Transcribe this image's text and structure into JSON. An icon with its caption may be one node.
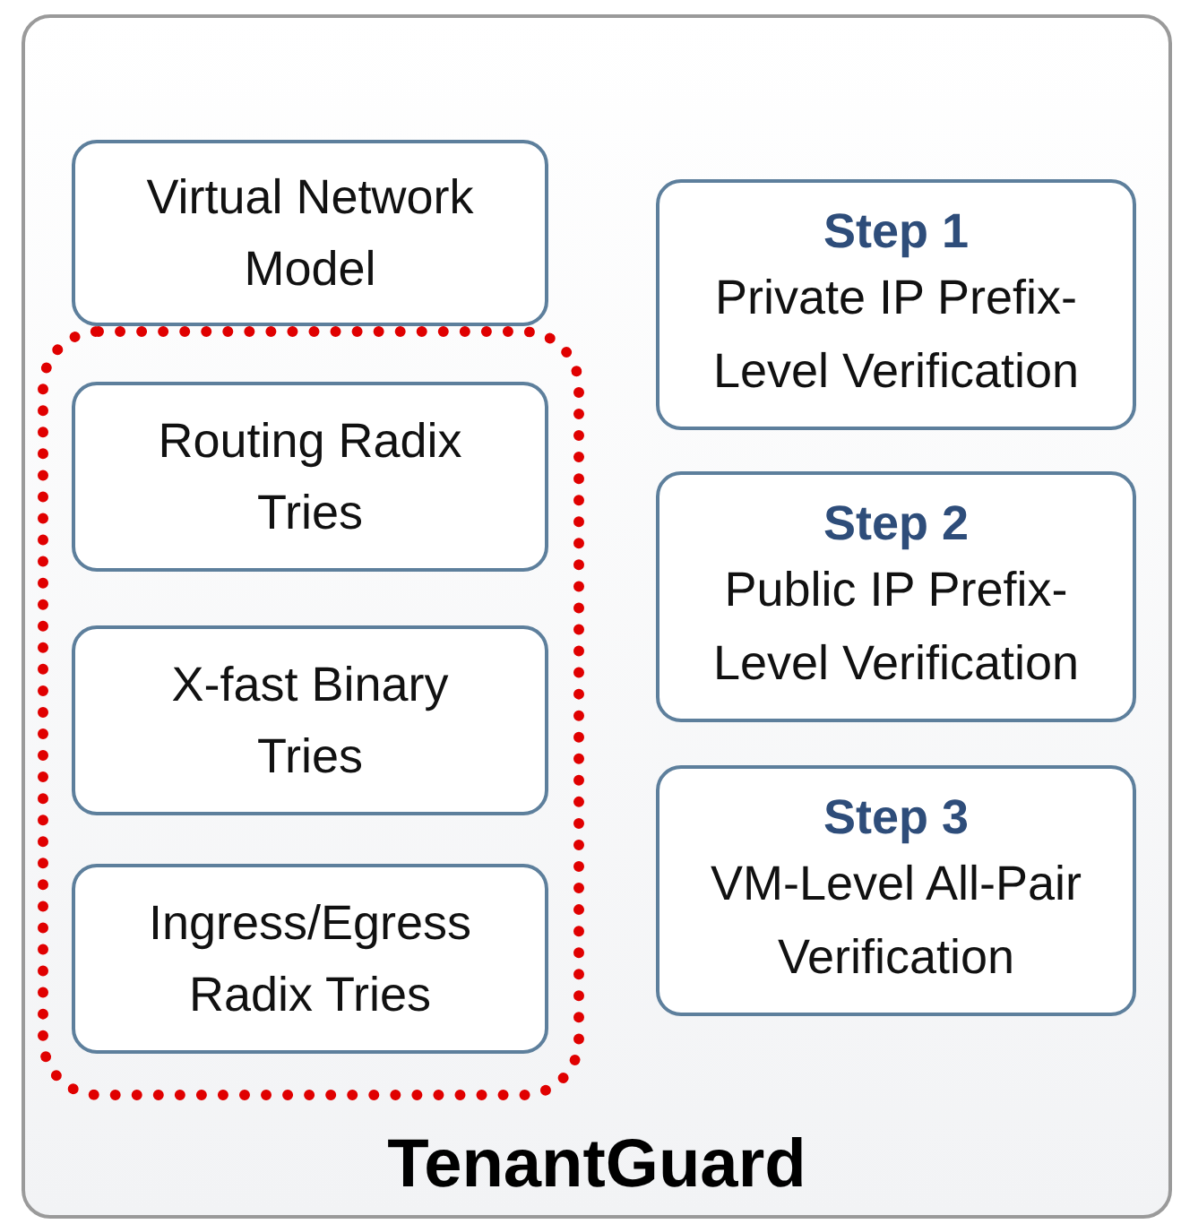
{
  "diagram": {
    "nodes": [
      {
        "text": [
          "TenantGuard"
        ]
      },
      {
        "text": [
          "Virtual Network Model"
        ],
        "in": 0
      },
      {
        "text": [],
        "shape": "box",
        "in": 0
      },
      {
        "text": [
          "Routing Radix Tries"
        ],
        "in": 2
      },
      {
        "text": [
          "X-fast Binary Tries"
        ],
        "in": 2
      },
      {
        "text": [
          "Ingress/Egress Radix Tries"
        ],
        "in": 2
      },
      {
        "text": [
          "Step 1",
          "Private IP Prefix-Level Verification"
        ],
        "in": 0
      },
      {
        "text": [
          "Step 2",
          "Public IP Prefix-Level Verification"
        ],
        "in": 0
      },
      {
        "text": [
          "Step 3",
          "VM-Level All-Pair Verification"
        ],
        "in": 0
      }
    ]
  }
}
